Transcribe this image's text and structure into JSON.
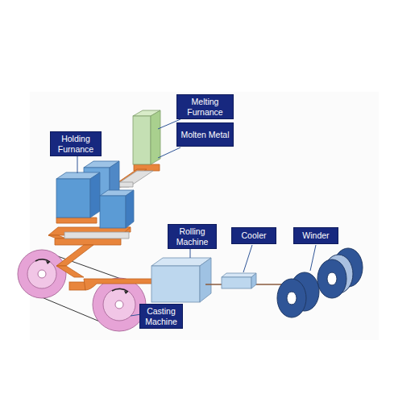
{
  "diagram": {
    "nodes": [
      {
        "text": [
          "Melting Furnance"
        ]
      },
      {
        "text": [
          "Molten Metal"
        ]
      },
      {
        "text": [
          "Holding Furnance"
        ]
      },
      {
        "text": [
          "Rolling Machine"
        ]
      },
      {
        "text": [
          "Cooler"
        ]
      },
      {
        "text": [
          "Winder"
        ]
      },
      {
        "text": [
          "Casting Machine"
        ]
      }
    ]
  }
}
